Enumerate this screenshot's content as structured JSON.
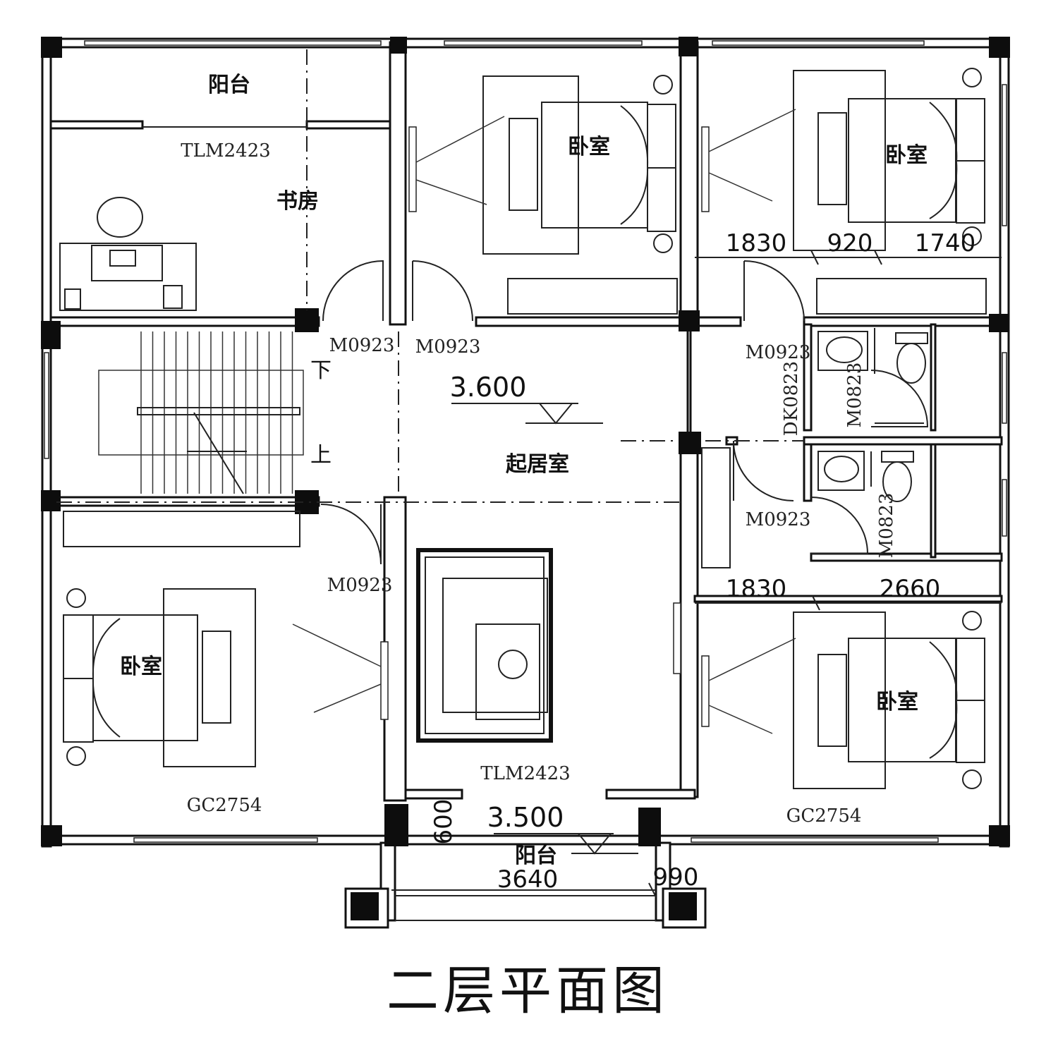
{
  "title": "二层平面图",
  "rooms": {
    "balcony_top": "阳台",
    "study": "书房",
    "bedroom_top_mid": "卧室",
    "bedroom_top_right": "卧室",
    "living": "起居室",
    "bedroom_bottom_left": "卧室",
    "bedroom_bottom_right": "卧室",
    "balcony_bottom": "阳台"
  },
  "door_codes": {
    "tlm_top": "TLM2423",
    "m_study": "M0923",
    "m_bed_mid": "M0923",
    "m_bath_top": "M0923",
    "dk_bath": "DK0823",
    "m0823_top": "M0823",
    "m_bath_bottom": "M0923",
    "m0823_bottom": "M0823",
    "m_bed_left": "M0923",
    "tlm_bottom": "TLM2423",
    "gc_left": "GC2754",
    "gc_right": "GC2754"
  },
  "elevations": {
    "living": "3.600",
    "balcony": "3.500"
  },
  "dimensions": {
    "d1830_top": "1830",
    "d920": "920",
    "d1740": "1740",
    "d1830_bottom": "1830",
    "d2660": "2660",
    "d600": "600",
    "d3640": "3640",
    "d990": "990"
  },
  "stair": {
    "down": "下",
    "up": "上"
  }
}
